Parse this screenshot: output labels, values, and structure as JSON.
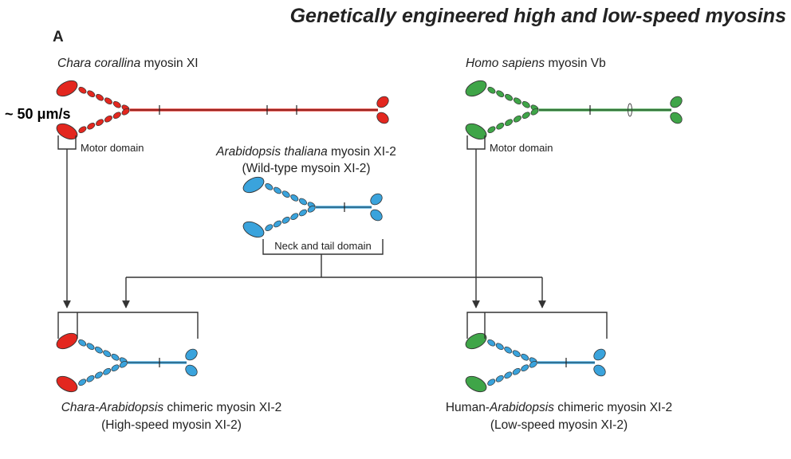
{
  "title": "Genetically engineered high and low-speed myosins",
  "panel_label": "A",
  "speed_note": "~ 50 μm/s",
  "colors": {
    "title": "#1010e0",
    "chara": "#e3271f",
    "human": "#3fa548",
    "arabidopsis": "#3aa3dc",
    "line": "#333333"
  },
  "myosins": {
    "chara": {
      "species": "Chara corallina",
      "name": " myosin XI",
      "domain_label": "Motor domain"
    },
    "human": {
      "species": "Homo sapiens",
      "name": " myosin Vb",
      "domain_label": "Motor domain"
    },
    "arabidopsis": {
      "species": "Arabidopsis thaliana",
      "name": " myosin XI-2",
      "subtitle": "(Wild-type mysoin XI-2)",
      "domain_label": "Neck and tail domain"
    }
  },
  "chimeras": {
    "high": {
      "prefix": "Chara",
      "rest": "-Arabidopsis",
      "suffix": " chimeric myosin XI-2",
      "subtitle": "(High-speed myosin XI-2)"
    },
    "low": {
      "prefix": "Human-",
      "rest": "Arabidopsis",
      "suffix": " chimeric myosin XI-2",
      "subtitle": "(Low-speed myosin XI-2)"
    }
  }
}
